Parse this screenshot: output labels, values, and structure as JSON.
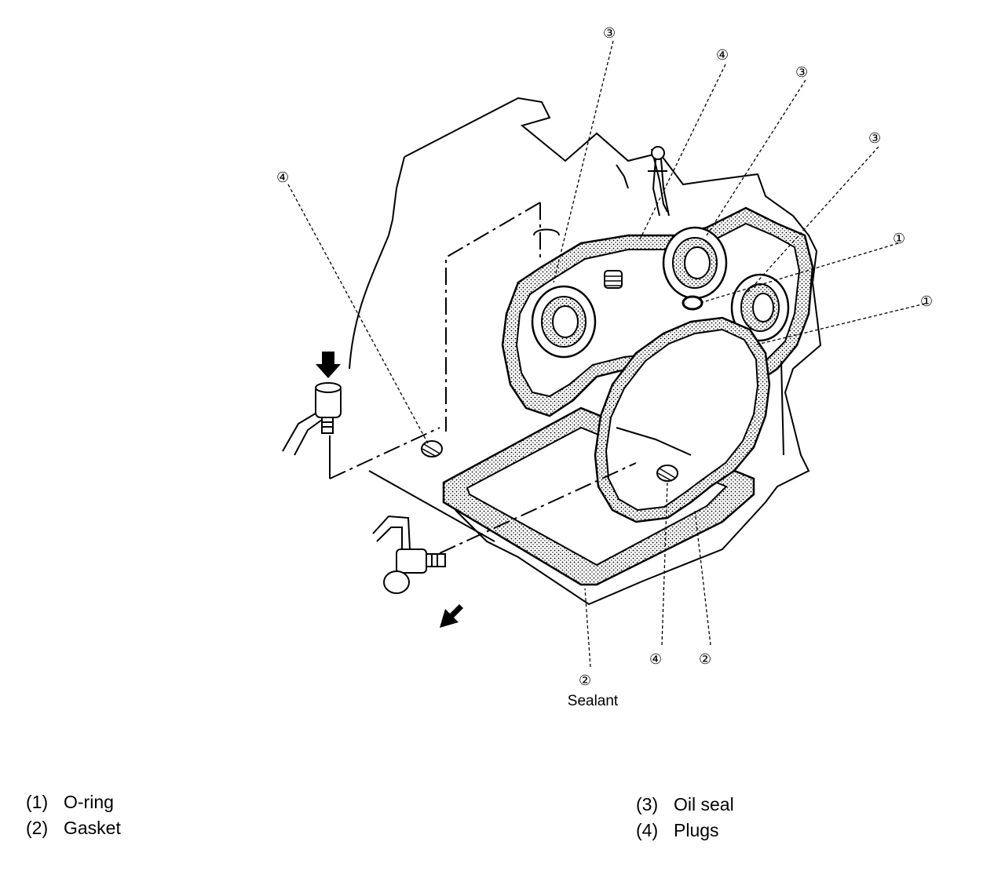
{
  "callouts": {
    "c1": "①",
    "c2": "②",
    "c3": "③",
    "c4": "④"
  },
  "sealant_label": "Sealant",
  "legend": [
    {
      "code": "(1)",
      "text": "O-ring"
    },
    {
      "code": "(2)",
      "text": "Gasket"
    },
    {
      "code": "(3)",
      "text": "Oil seal"
    },
    {
      "code": "(4)",
      "text": "Plugs"
    }
  ]
}
